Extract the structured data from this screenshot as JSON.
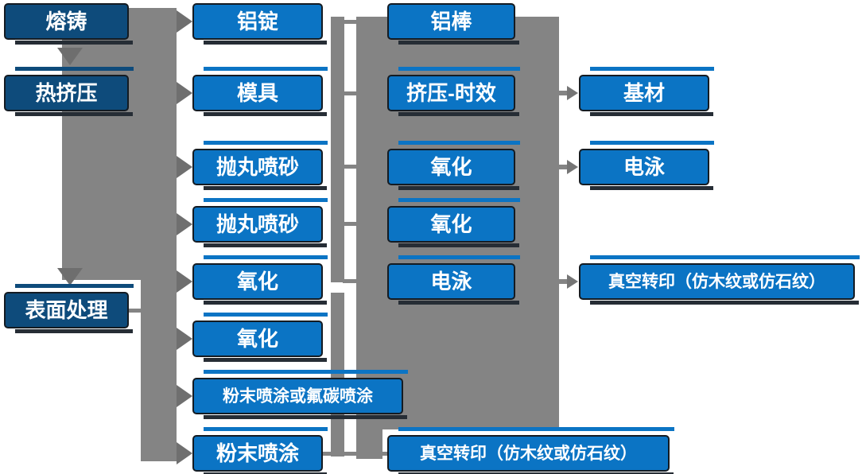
{
  "colors": {
    "box_blue": "#0b74c4",
    "box_navy": "#0e4b7b",
    "box_border": "#141b22",
    "box_text": "#ffffff",
    "connector_gray": "#848484",
    "arrowhead_gray": "#6e6e6e",
    "shadow_dark": "#262d35"
  },
  "nodes": {
    "melting": {
      "label": "熔铸"
    },
    "hot_extrusion": {
      "label": "热挤压"
    },
    "surface_treatment": {
      "label": "表面处理"
    },
    "aluminum_ingot": {
      "label": "铝锭"
    },
    "mold": {
      "label": "模具"
    },
    "shot_blast_sandblast_1": {
      "label": "抛丸喷砂"
    },
    "shot_blast_sandblast_2": {
      "label": "抛丸喷砂"
    },
    "oxidation_a": {
      "label": "氧化"
    },
    "oxidation_b": {
      "label": "氧化"
    },
    "powder_or_fluorocarbon_spray": {
      "label": "粉末喷涂或氟碳喷涂"
    },
    "powder_spray": {
      "label": "粉末喷涂"
    },
    "aluminum_rod": {
      "label": "铝棒"
    },
    "extrusion_aging": {
      "label": "挤压-时效"
    },
    "oxidation_c": {
      "label": "氧化"
    },
    "oxidation_d": {
      "label": "氧化"
    },
    "electrophoresis_a": {
      "label": "电泳"
    },
    "vacuum_transfer_a": {
      "label": "真空转印（仿木纹或仿石纹）"
    },
    "substrate": {
      "label": "基材"
    },
    "electrophoresis_b": {
      "label": "电泳"
    },
    "vacuum_transfer_b": {
      "label": "真空转印（仿木纹或仿石纹）"
    }
  }
}
